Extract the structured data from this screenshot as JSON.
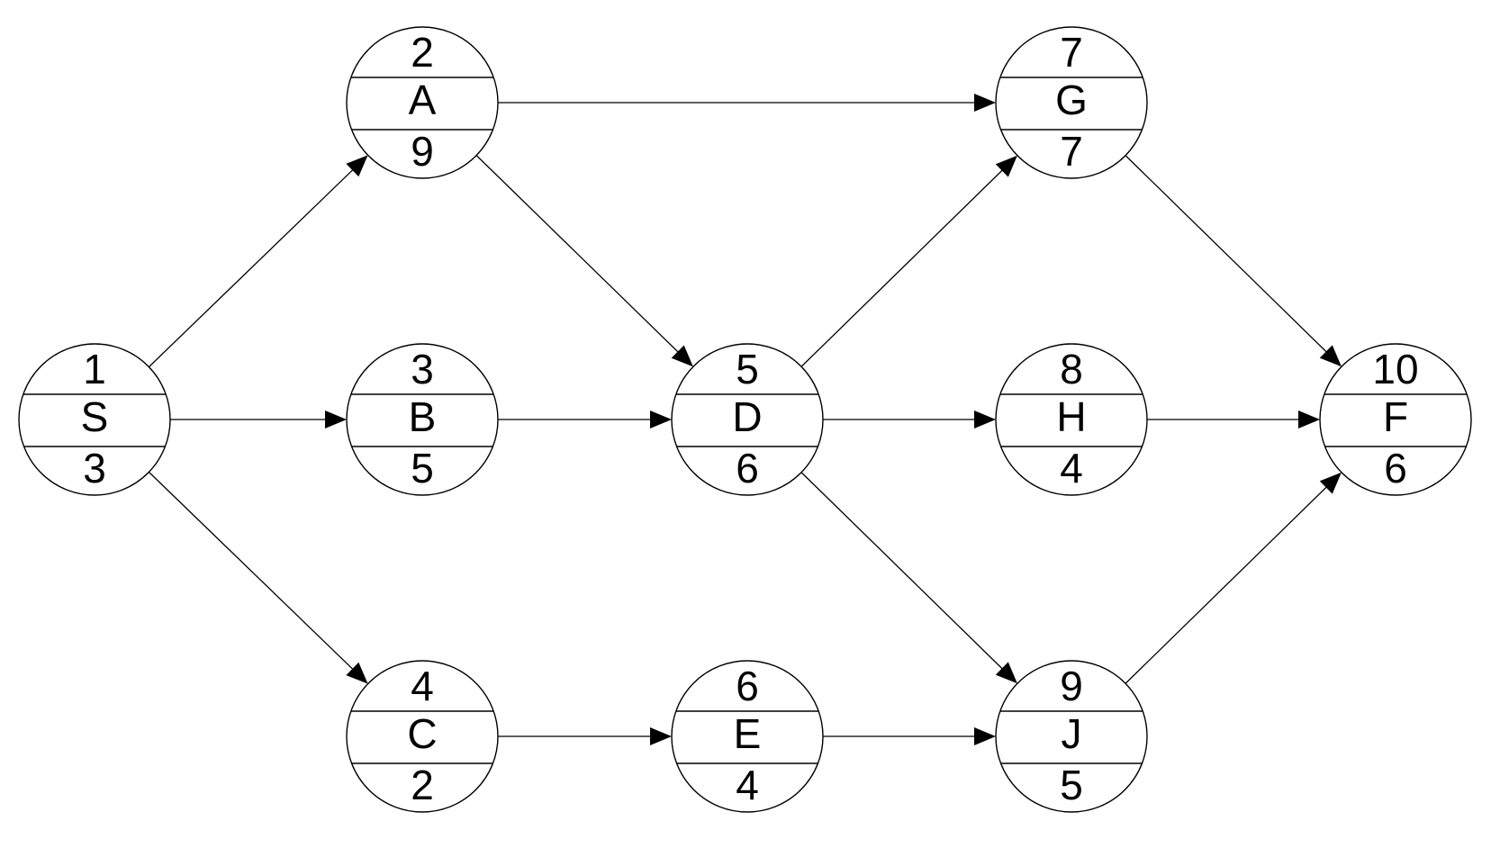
{
  "nodes": [
    {
      "id": "S",
      "top": "1",
      "label": "S",
      "bottom": "3"
    },
    {
      "id": "A",
      "top": "2",
      "label": "A",
      "bottom": "9"
    },
    {
      "id": "B",
      "top": "3",
      "label": "B",
      "bottom": "5"
    },
    {
      "id": "C",
      "top": "4",
      "label": "C",
      "bottom": "2"
    },
    {
      "id": "D",
      "top": "5",
      "label": "D",
      "bottom": "6"
    },
    {
      "id": "E",
      "top": "6",
      "label": "E",
      "bottom": "4"
    },
    {
      "id": "G",
      "top": "7",
      "label": "G",
      "bottom": "7"
    },
    {
      "id": "H",
      "top": "8",
      "label": "H",
      "bottom": "4"
    },
    {
      "id": "J",
      "top": "9",
      "label": "J",
      "bottom": "5"
    },
    {
      "id": "F",
      "top": "10",
      "label": "F",
      "bottom": "6"
    }
  ],
  "edges": [
    {
      "from": "S",
      "to": "A"
    },
    {
      "from": "S",
      "to": "B"
    },
    {
      "from": "S",
      "to": "C"
    },
    {
      "from": "A",
      "to": "G"
    },
    {
      "from": "A",
      "to": "D"
    },
    {
      "from": "B",
      "to": "D"
    },
    {
      "from": "C",
      "to": "E"
    },
    {
      "from": "D",
      "to": "G"
    },
    {
      "from": "D",
      "to": "H"
    },
    {
      "from": "D",
      "to": "J"
    },
    {
      "from": "E",
      "to": "J"
    },
    {
      "from": "G",
      "to": "F"
    },
    {
      "from": "H",
      "to": "F"
    },
    {
      "from": "J",
      "to": "F"
    }
  ]
}
